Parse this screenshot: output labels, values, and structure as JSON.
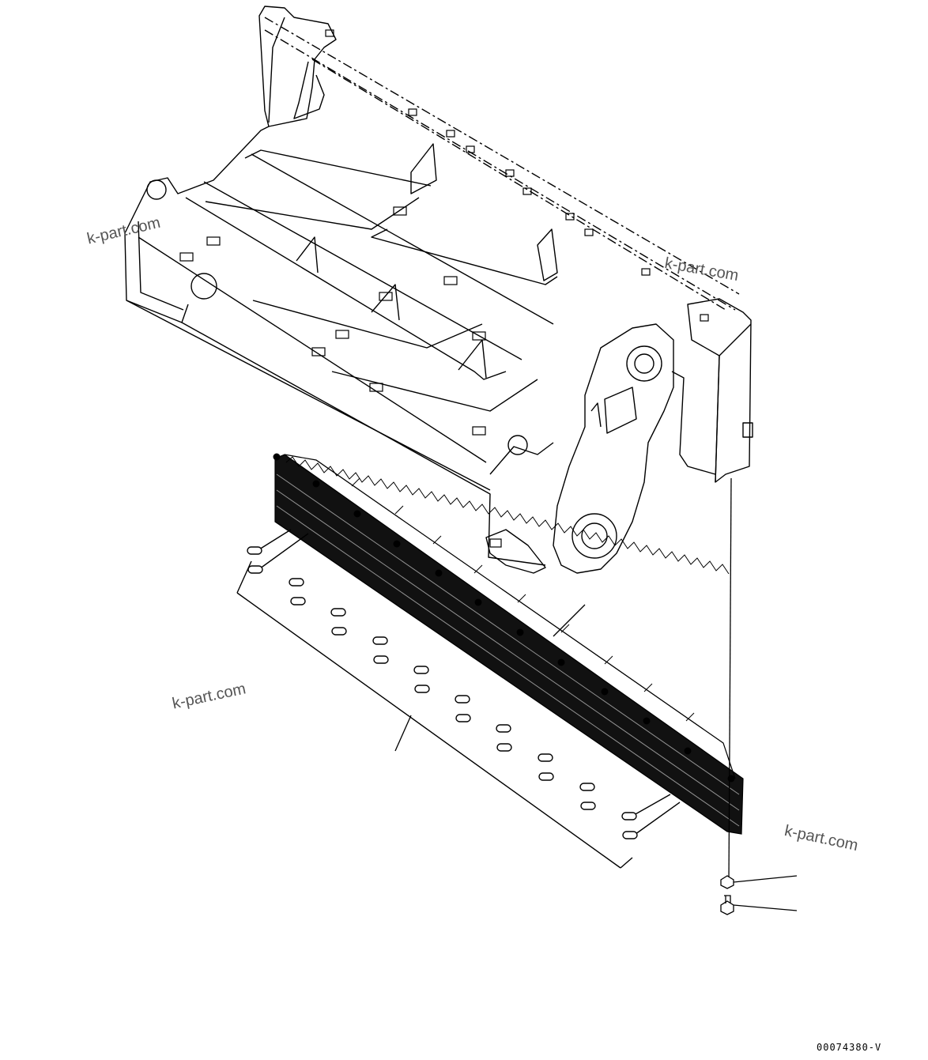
{
  "watermarks": [
    "k-part.com",
    "k-part.com",
    "k-part.com",
    "k-part.com"
  ],
  "drawing_code": "00074380-V",
  "colors": {
    "line": "#000000",
    "watermark": "#555555"
  }
}
